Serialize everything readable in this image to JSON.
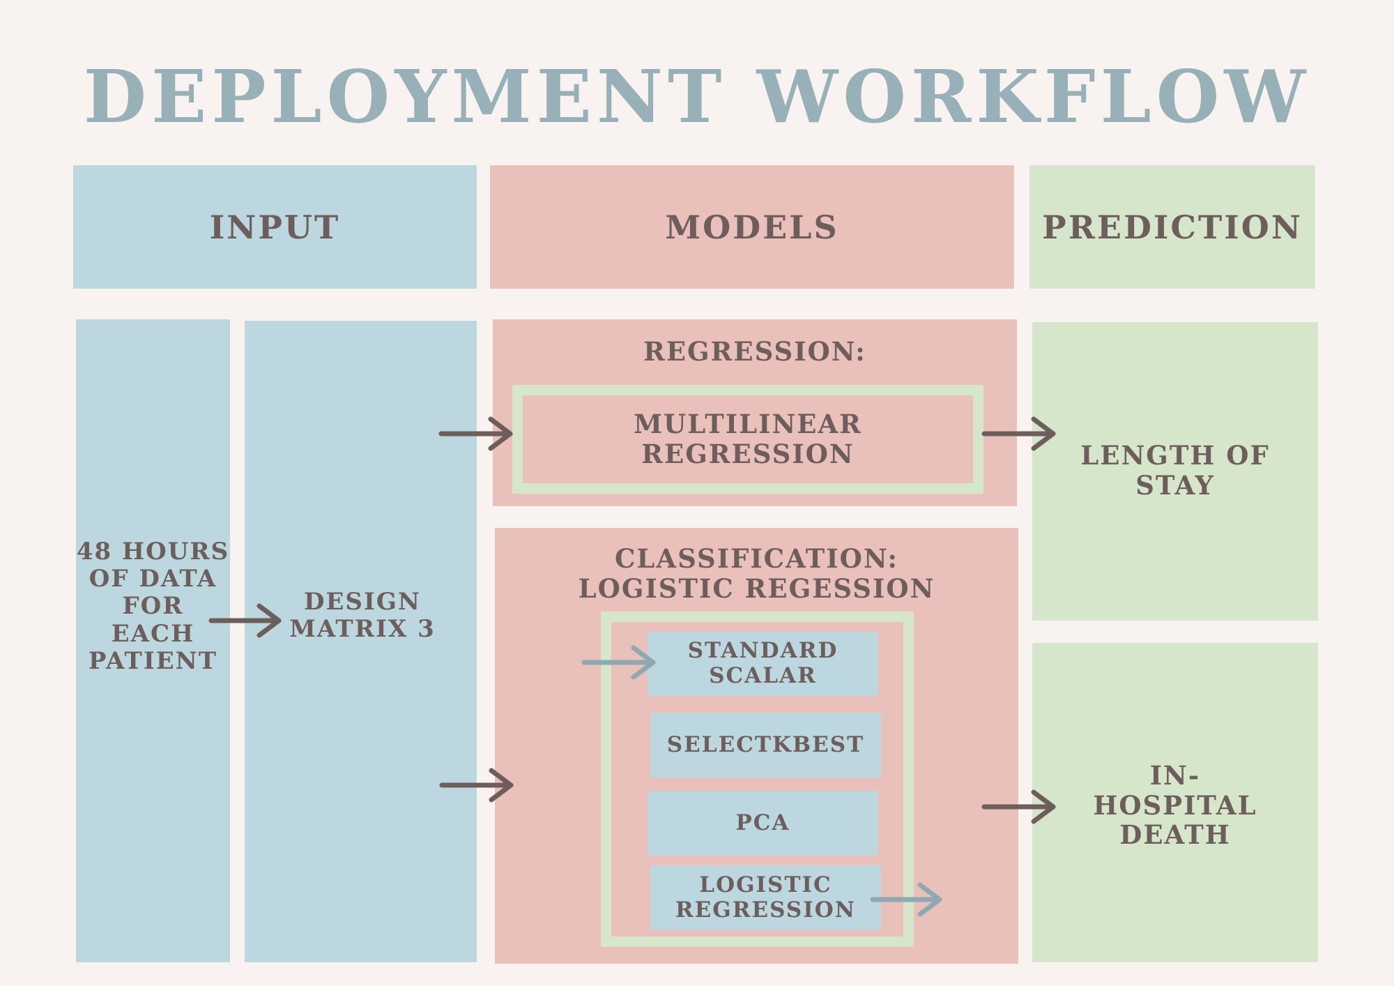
{
  "title": "DEPLOYMENT WORKFLOW",
  "headers": {
    "input": "INPUT",
    "models": "MODELS",
    "prediction": "PREDICTION"
  },
  "input": {
    "data": "48 HOURS\nOF DATA\nFOR\nEACH\nPATIENT",
    "design_matrix": "DESIGN\nMATRIX 3"
  },
  "models": {
    "regression": {
      "heading": "REGRESSION:",
      "model": "MULTILINEAR\nREGRESSION"
    },
    "classification": {
      "heading": "CLASSIFICATION:\nLOGISTIC REGESSION",
      "steps": [
        "STANDARD\nSCALAR",
        "SELECTKBEST",
        "PCA",
        "LOGISTIC\nREGRESSION"
      ]
    }
  },
  "prediction": {
    "length_of_stay": "LENGTH OF\nSTAY",
    "death": "IN-\nHOSPITAL\nDEATH"
  },
  "colors": {
    "background": "#f8f3f0",
    "input_blue": "#bcd7df",
    "models_pink": "#eac0ba",
    "prediction_green": "#d6e6cb",
    "text": "#6d5e5c",
    "title": "#98b0b8",
    "arrow_dark": "#6d5e5c",
    "arrow_light": "#8fa9b2"
  }
}
